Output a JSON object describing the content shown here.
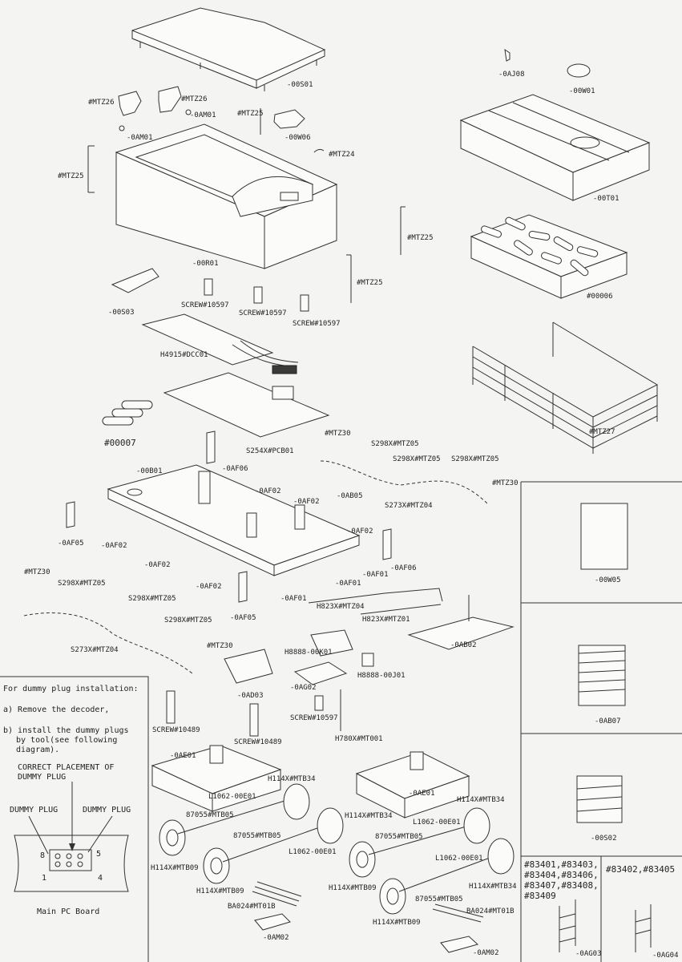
{
  "parts": {
    "p00s01": "-00S01",
    "pMTZ26a": "#MTZ26",
    "pMTZ26b": "#MTZ26",
    "p0AM01a": "-0AM01",
    "p0AM01b": "-0AM01",
    "pMTZ25a": "#MTZ25",
    "p00W06": "-00W06",
    "pMTZ25b": "#MTZ25",
    "pMTZ24": "#MTZ24",
    "p0AJ08": "-0AJ08",
    "p00W01": "-00W01",
    "p00T01": "-00T01",
    "p00R01": "-00R01",
    "pMTZ25c": "#MTZ25",
    "pMTZ25d": "#MTZ25",
    "p00006": "#00006",
    "p00S03": "-00S03",
    "screw1": "SCREW#10597",
    "screw2": "SCREW#10597",
    "screw3": "SCREW#10597",
    "dcc": "H4915#DCC01",
    "pcb": "S254X#PCB01",
    "p00007": "#00007",
    "pMTZ27": "#MTZ27",
    "pMTZ30a": "#MTZ30",
    "s298a": "S298X#MTZ05",
    "s298b": "S298X#MTZ05",
    "s298c": "S298X#MTZ05",
    "p00B01": "-00B01",
    "p0AF06a": "-0AF06",
    "p0AF02a": "-0AF02",
    "p0AF02b": "-0AF02",
    "p0AB05": "-0AB05",
    "s273a": "S273X#MTZ04",
    "pMTZ30b": "#MTZ30",
    "p0AF05a": "-0AF05",
    "p0AF02c": "-0AF02",
    "p0AF02d": "-0AF02",
    "p0AF02e": "-0AF02",
    "p0AF02f": "-0AF02",
    "p0AF06b": "-0AF06",
    "p0AF01a": "-0AF01",
    "p0AF01b": "-0AF01",
    "p0AF01c": "-0AF01",
    "pMTZ30c": "#MTZ30",
    "s298d": "S298X#MTZ05",
    "s298e": "S298X#MTZ05",
    "s298f": "S298X#MTZ05",
    "p0AF05b": "-0AF05",
    "h823a": "H823X#MTZ04",
    "h823b": "H823X#MTZ01",
    "s273b": "S273X#MTZ04",
    "pMTZ30d": "#MTZ30",
    "h8888k": "H8888-00K01",
    "p0AB02": "-0AB02",
    "h8888j": "H8888-00J01",
    "p0AD03": "-0AD03",
    "p0AG02": "-0AG02",
    "screw4": "SCREW#10597",
    "screw5": "SCREW#10489",
    "screw6": "SCREW#10489",
    "h780": "H780X#MT001",
    "p0AE01a": "-0AE01",
    "p0AE01b": "-0AE01",
    "h114a": "H114X#MTB34",
    "h114b": "H114X#MTB34",
    "h114c": "H114X#MTB34",
    "h114d": "H114X#MTB34",
    "l1062a": "L1062-00E01",
    "l1062b": "L1062-00E01",
    "l1062c": "L1062-00E01",
    "l1062d": "L1062-00E01",
    "b87055a": "87055#MTB05",
    "b87055b": "87055#MTB05",
    "b87055c": "87055#MTB05",
    "b87055d": "87055#MTB05",
    "h114e": "H114X#MTB09",
    "h114f": "H114X#MTB09",
    "h114g": "H114X#MTB09",
    "h114h": "H114X#MTB09",
    "ba024a": "BA024#MT01B",
    "ba024b": "BA024#MT01B",
    "p0AM02a": "-0AM02",
    "p0AM02b": "-0AM02",
    "p00W05": "-00W05",
    "p0AB07": "-0AB07",
    "p00S02": "-00S02",
    "p0AG03": "-0AG03",
    "p0AG04": "-0AG04"
  },
  "variants": {
    "left": [
      "#83401,#83403,",
      "#83404,#83406,",
      "#83407,#83408,",
      "#83409"
    ],
    "right": "#83402,#83405"
  },
  "note": {
    "title": "For dummy plug installation:",
    "a": "a) Remove the decoder,",
    "b1": "b) install the dummy plugs",
    "b2": "by tool(see following",
    "b3": "diagram).",
    "placement1": "CORRECT PLACEMENT OF",
    "placement2": "DUMMY PLUG",
    "plug_left": "DUMMY PLUG",
    "plug_right": "DUMMY PLUG",
    "pin8": "8",
    "pin5": "5",
    "pin1": "1",
    "pin4": "4",
    "board": "Main PC Board"
  }
}
